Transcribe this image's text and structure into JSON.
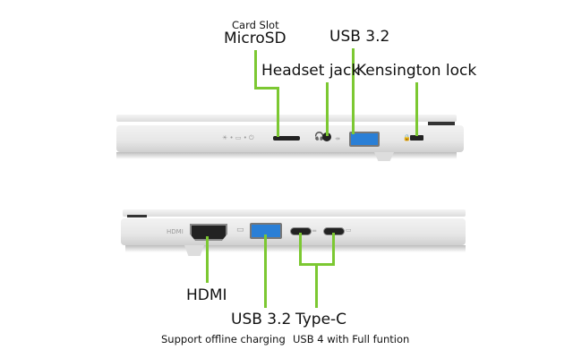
{
  "top_view": {
    "labels": {
      "card_slot_caption": "Card Slot",
      "microsd": "MicroSD",
      "usb": "USB 3.2",
      "headset": "Headset jack",
      "kensington": "Kensington lock"
    }
  },
  "bottom_view": {
    "labels": {
      "hdmi": "HDMI",
      "hdmi_port_marking": "HDMI",
      "usb": "USB 3.2",
      "usb_note": "Support offline charging",
      "typec": "Type-C",
      "typec_note": "USB 4 with Full funtion"
    }
  },
  "colors": {
    "callout_line": "#7cc832",
    "usb_port": "#2a7fd6"
  }
}
